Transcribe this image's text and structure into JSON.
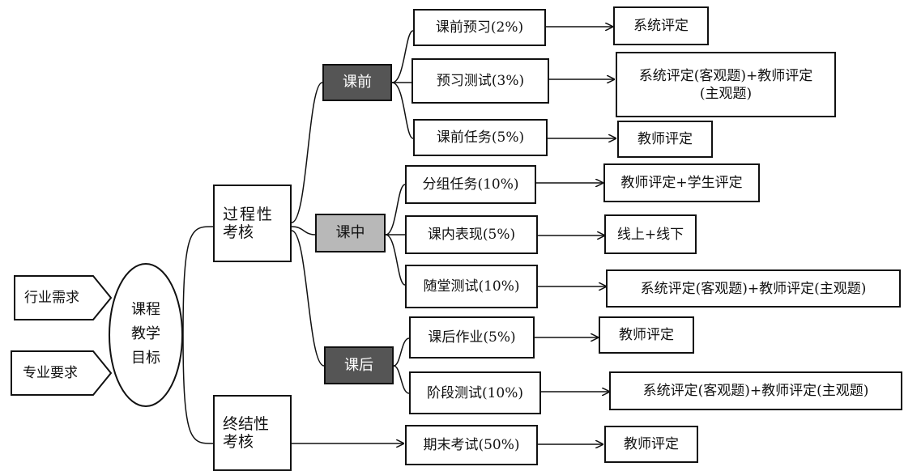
{
  "inputs": {
    "industry": "行业需求",
    "major": "专业要求"
  },
  "goal": {
    "line1": "课程",
    "line2": "教学",
    "line3": "目标"
  },
  "process": {
    "line1": "过程性",
    "line2": "考核"
  },
  "final": {
    "line1": "终结性",
    "line2": "考核"
  },
  "stages": {
    "before": "课前",
    "during": "课中",
    "after": "课后"
  },
  "items": {
    "preview": "课前预习(2%)",
    "preview_test": "预习测试(3%)",
    "pre_task": "课前任务(5%)",
    "group_task": "分组任务(10%)",
    "class_perf": "课内表现(5%)",
    "quiz": "随堂测试(10%)",
    "homework": "课后作业(5%)",
    "stage_test": "阶段测试(10%)",
    "final_exam": "期末考试(50%)"
  },
  "evals": {
    "preview": "系统评定",
    "preview_test": "系统评定(客观题)+教师评定(主观题)",
    "pre_task": "教师评定",
    "group_task": "教师评定+学生评定",
    "class_perf": "线上+线下",
    "quiz": "系统评定(客观题)+教师评定(主观题)",
    "homework": "教师评定",
    "stage_test": "系统评定(客观题)+教师评定(主观题)",
    "final_exam": "教师评定"
  },
  "colors": {
    "dark_stage": "#555555",
    "light_stage": "#b8b8b8",
    "line": "#111111"
  }
}
